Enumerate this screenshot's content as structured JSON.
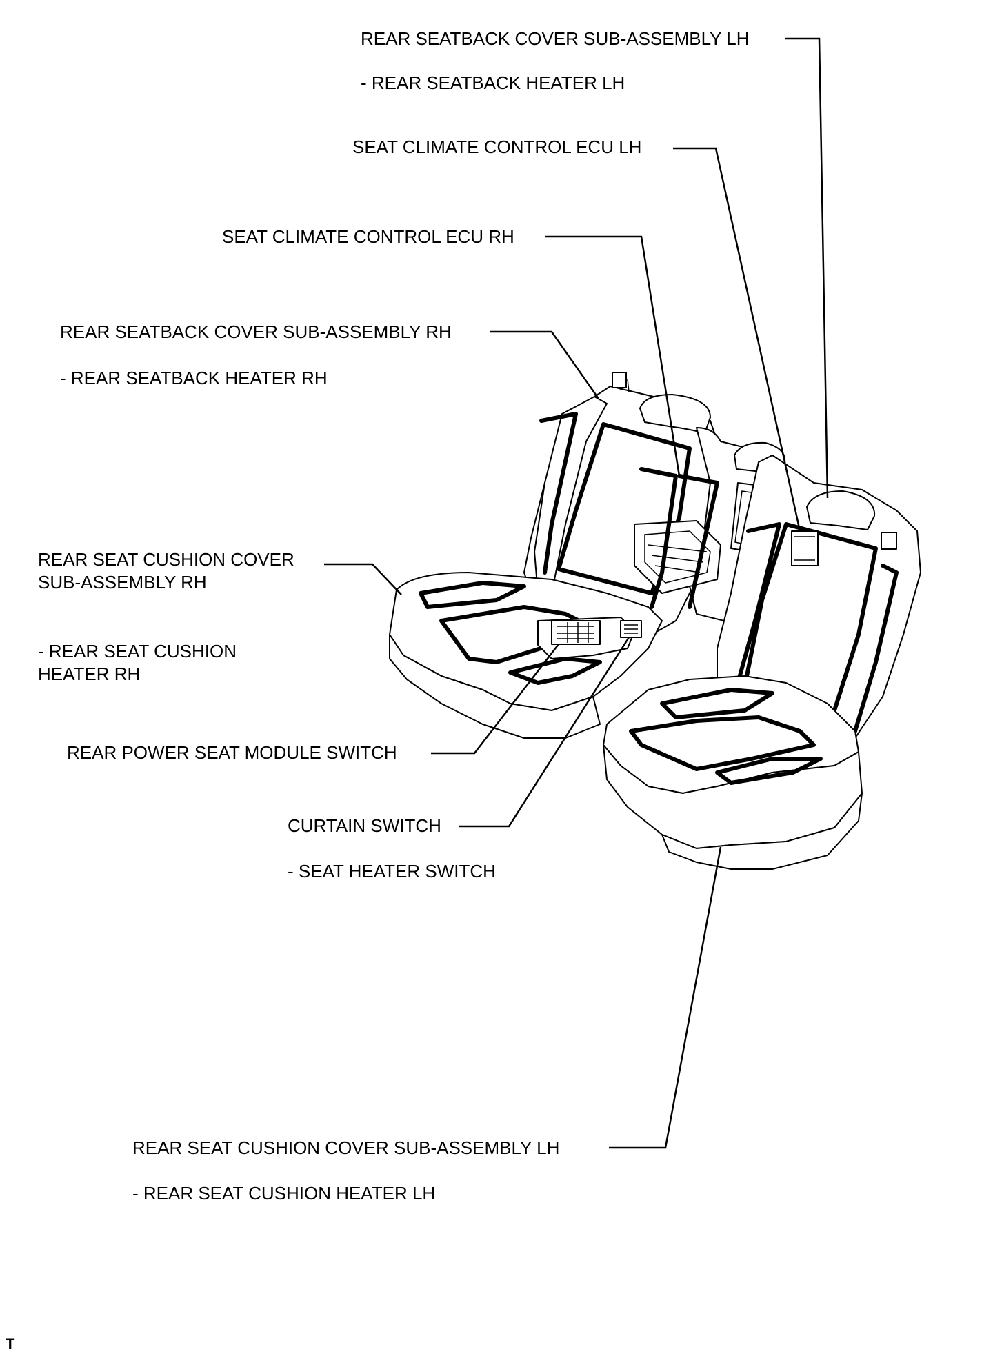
{
  "labels": {
    "seatback_cover_lh": "REAR SEATBACK COVER SUB-ASSEMBLY LH",
    "seatback_heater_lh": "- REAR SEATBACK HEATER LH",
    "climate_ecu_lh": "SEAT CLIMATE CONTROL ECU LH",
    "climate_ecu_rh": "SEAT CLIMATE CONTROL ECU RH",
    "seatback_cover_rh": "REAR SEATBACK COVER SUB-ASSEMBLY RH",
    "seatback_heater_rh": "- REAR SEATBACK HEATER RH",
    "cushion_cover_rh_line1": "REAR SEAT CUSHION COVER",
    "cushion_cover_rh_line2": "SUB-ASSEMBLY RH",
    "cushion_heater_rh_line1": "- REAR SEAT CUSHION",
    "cushion_heater_rh_line2": "HEATER RH",
    "power_seat_switch": "REAR POWER SEAT MODULE SWITCH",
    "curtain_switch": "CURTAIN SWITCH",
    "seat_heater_switch": "- SEAT HEATER SWITCH",
    "cushion_cover_lh": "REAR SEAT CUSHION COVER SUB-ASSEMBLY LH",
    "cushion_heater_lh": "- REAR SEAT CUSHION HEATER LH"
  },
  "figure_code": "T",
  "colors": {
    "line": "#000000",
    "background": "#ffffff"
  }
}
